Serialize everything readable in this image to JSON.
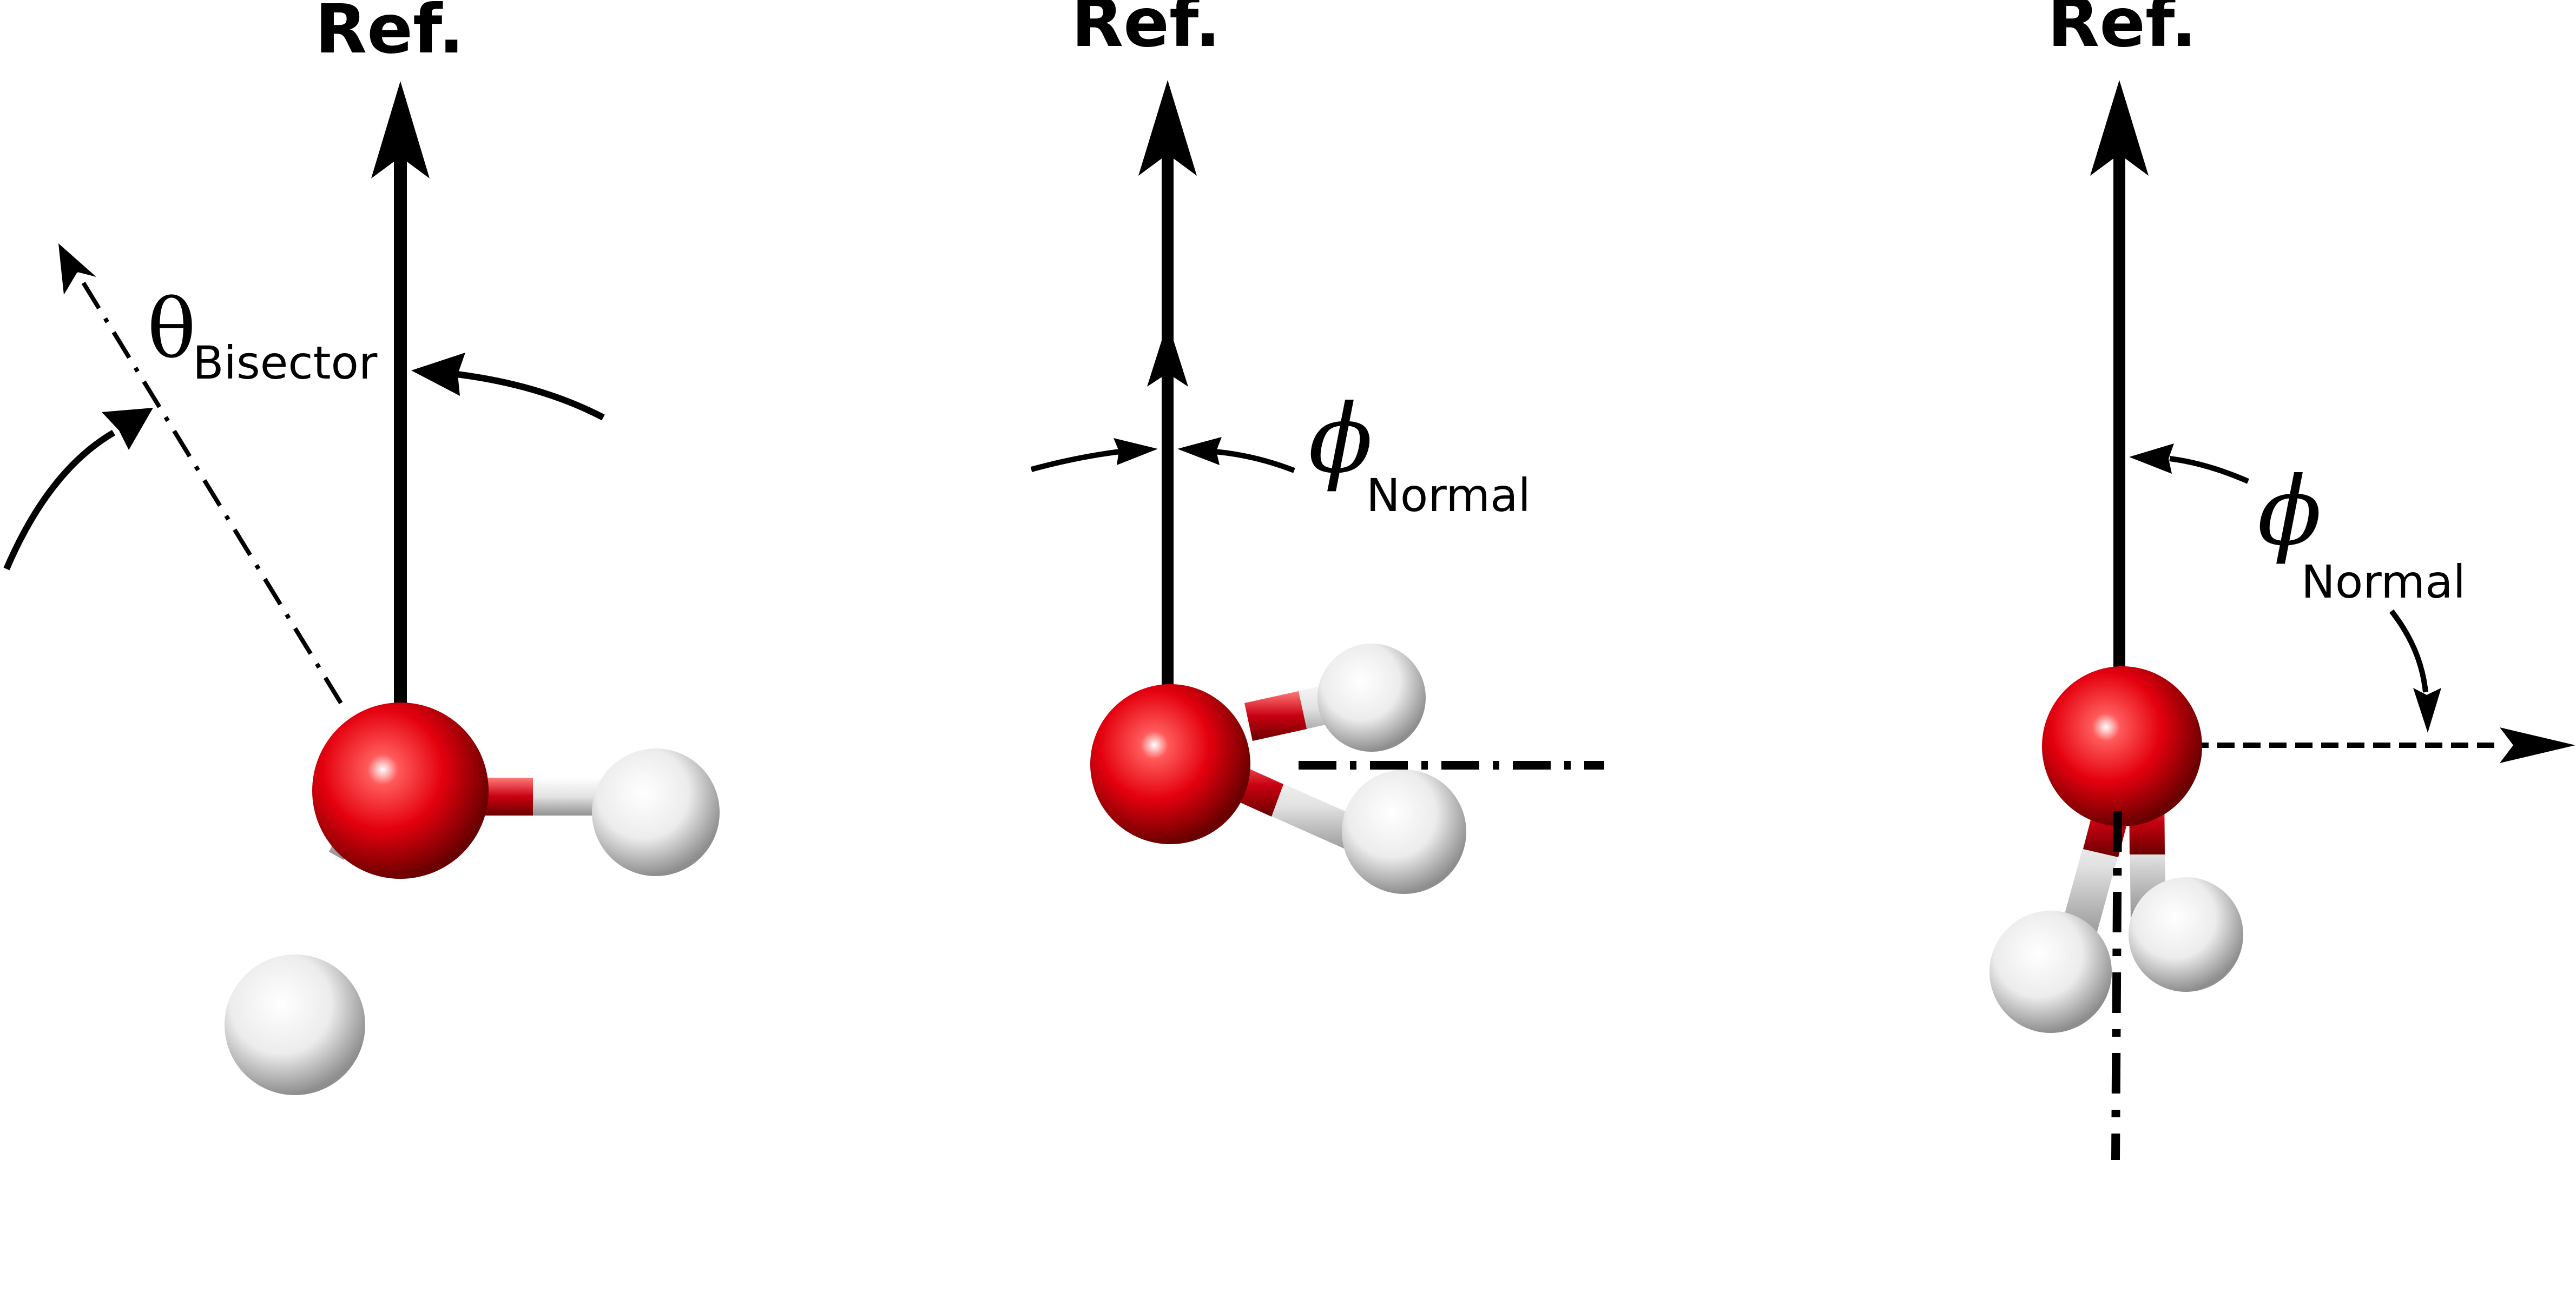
{
  "reference_label": "Ref.",
  "panels": [
    {
      "id": "bisector",
      "symbol": "θ",
      "subscript": "Bisector"
    },
    {
      "id": "normal-front",
      "symbol": "ϕ",
      "subscript": "Normal"
    },
    {
      "id": "normal-side",
      "symbol": "ϕ",
      "subscript": "Normal"
    }
  ],
  "colors": {
    "oxygen": "#e0000e",
    "hydrogen": "#eeeeee",
    "lines": "#000000",
    "background": "#ffffff"
  }
}
